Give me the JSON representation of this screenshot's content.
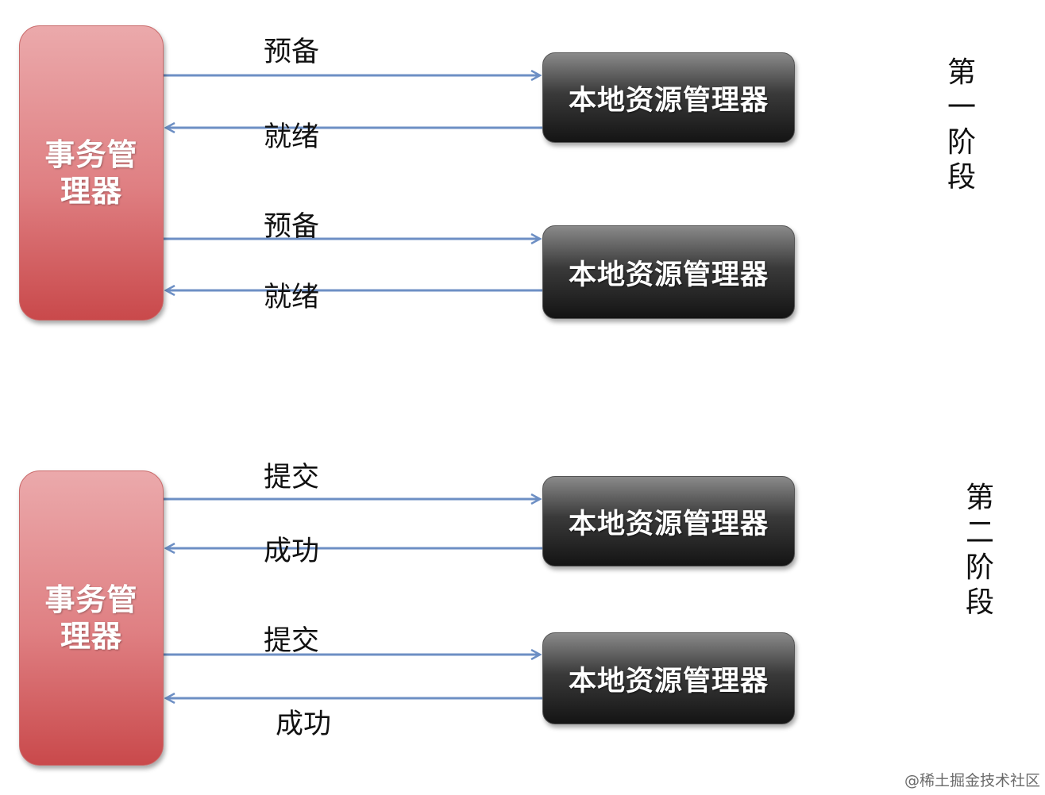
{
  "phase1": {
    "label": "第一阶段",
    "transaction_manager": "事务管理器",
    "resource_manager_1": "本地资源管理器",
    "resource_manager_2": "本地资源管理器",
    "request_1": "预备",
    "response_1": "就绪",
    "request_2": "预备",
    "response_2": "就绪"
  },
  "phase2": {
    "label": "第二阶段",
    "transaction_manager": "事务管理器",
    "resource_manager_1": "本地资源管理器",
    "resource_manager_2": "本地资源管理器",
    "request_1": "提交",
    "response_1": "成功",
    "request_2": "提交",
    "response_2": "成功"
  },
  "watermark": "@稀土掘金技术社区",
  "colors": {
    "arrow": "#6d8fc4",
    "transaction_manager": "#e0787b",
    "resource_manager": "#2a2a2a"
  }
}
